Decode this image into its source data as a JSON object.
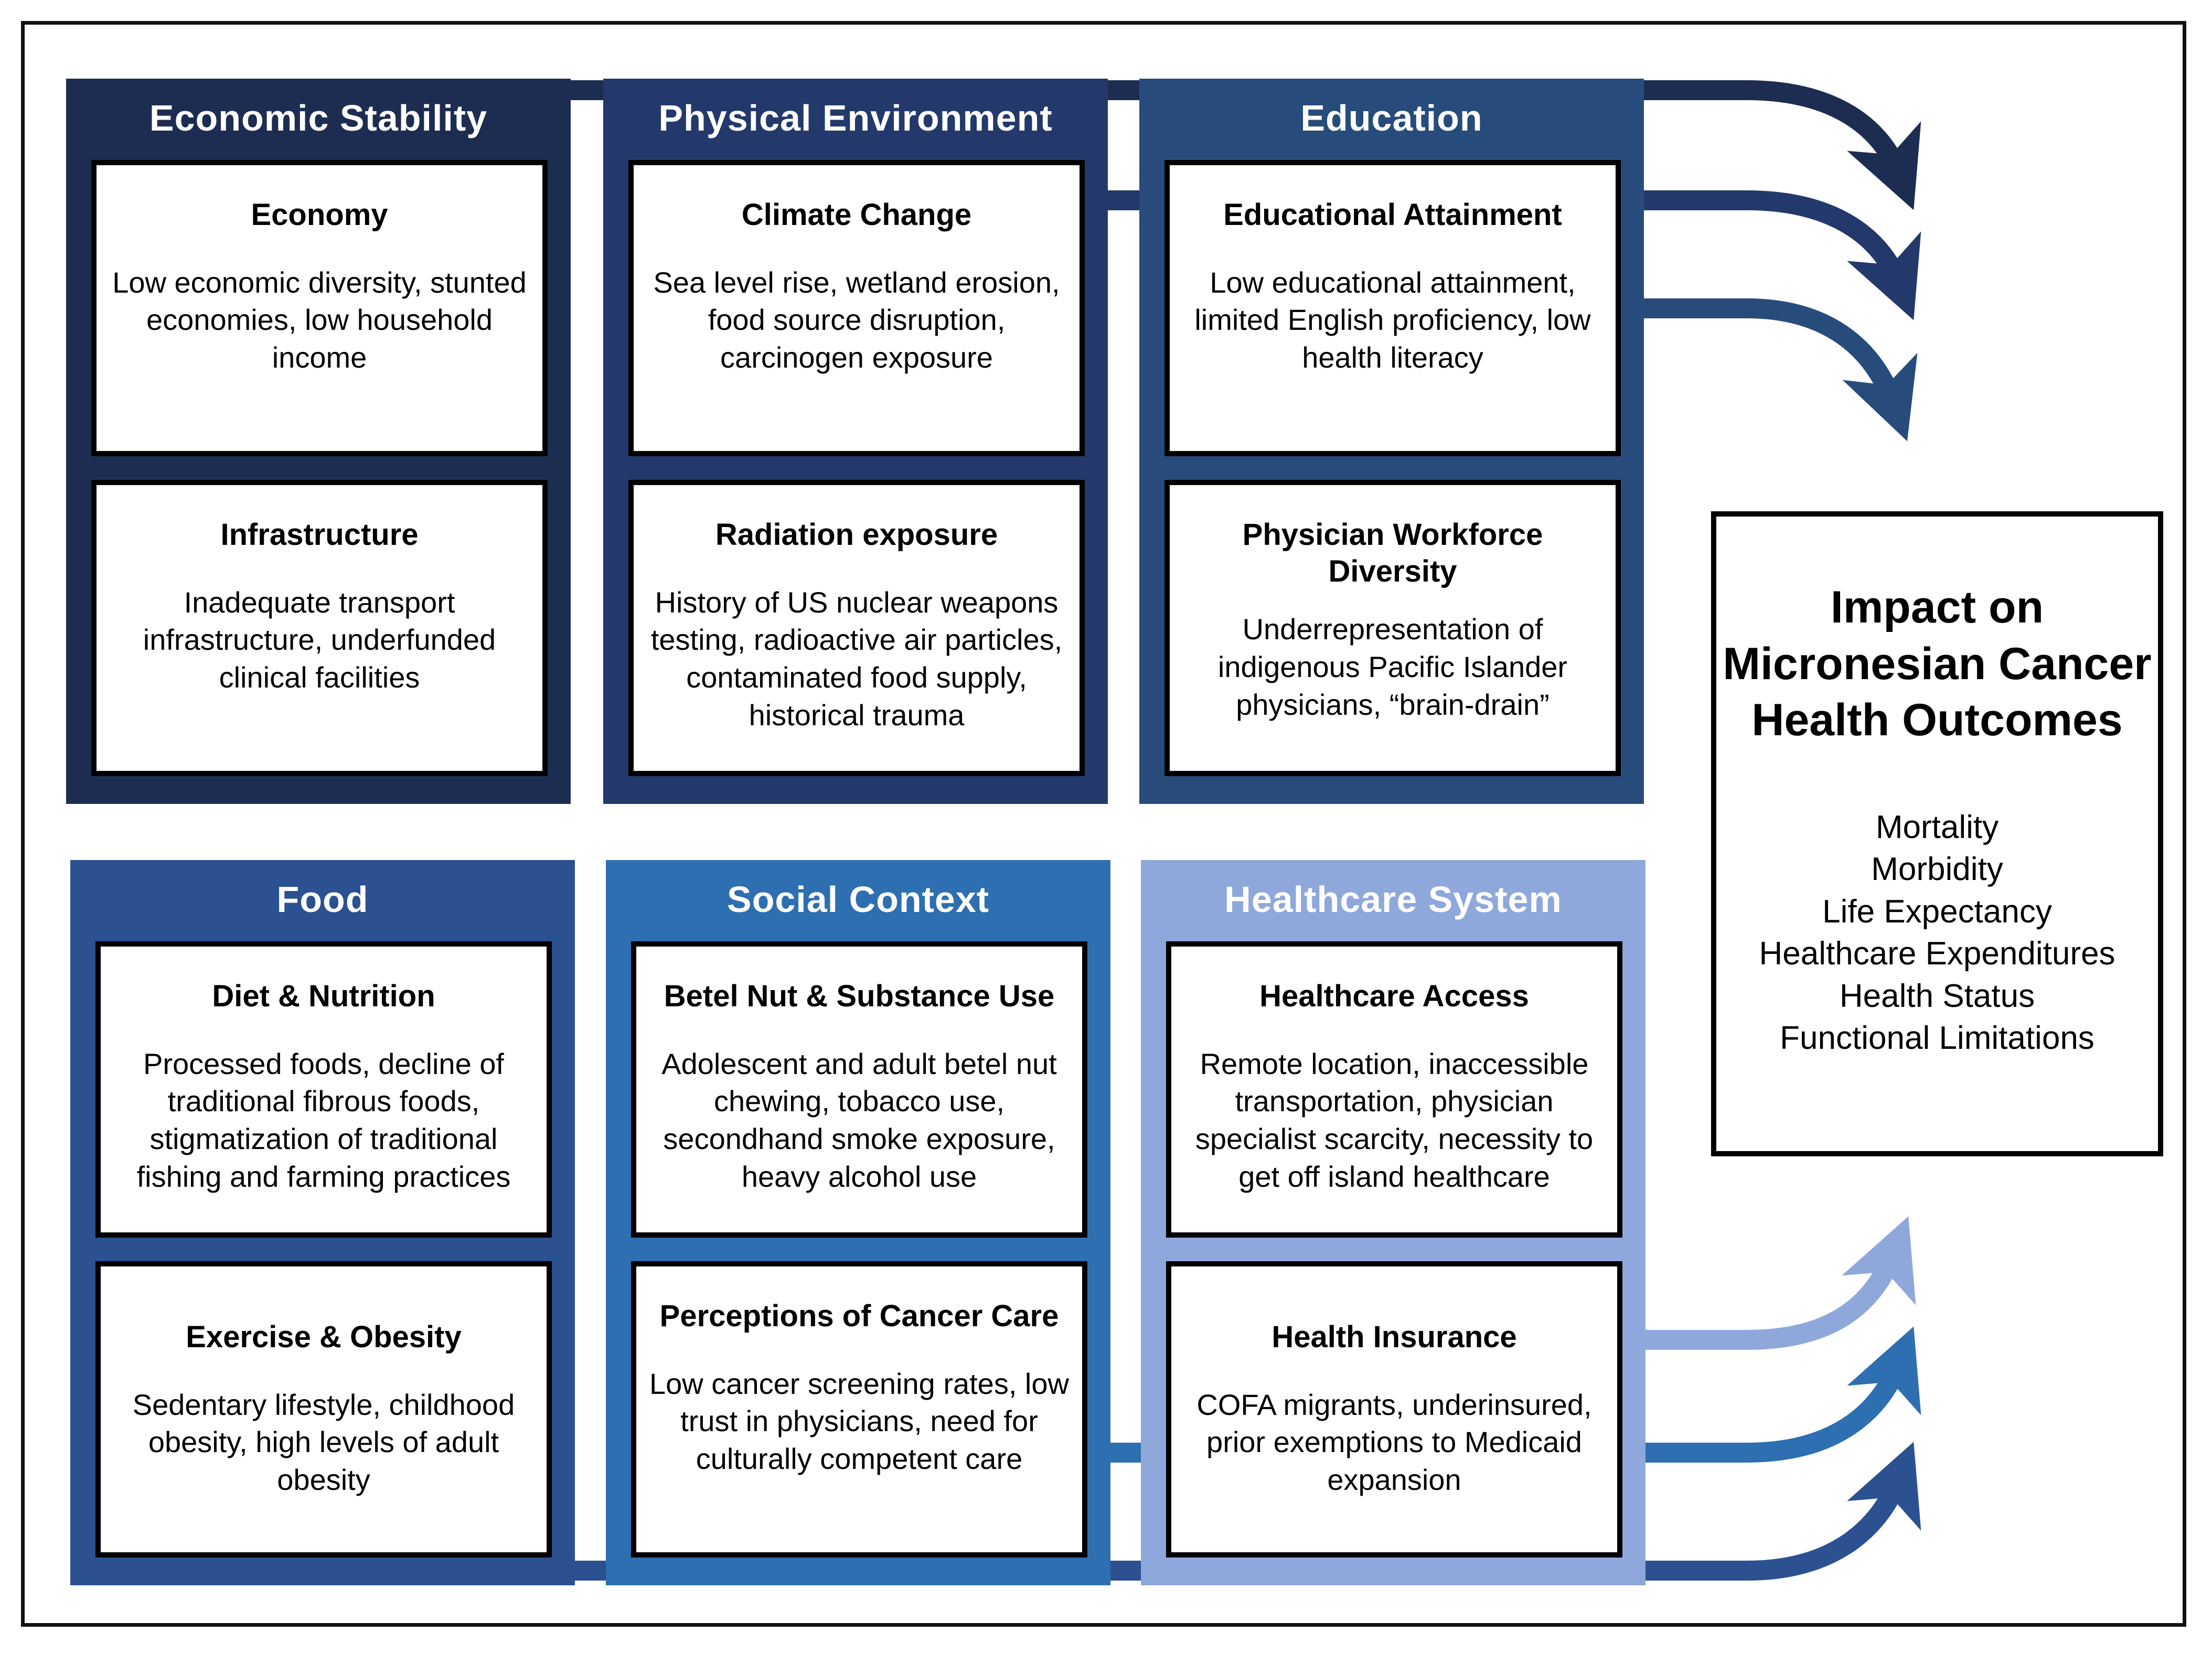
{
  "colors": {
    "economic_stability": "#1d2d52",
    "physical_environment": "#23396b",
    "education": "#274c7c",
    "food": "#2b5190",
    "social_context": "#2d6fb0",
    "healthcare_system": "#8fa8dc"
  },
  "panels": [
    {
      "title": "Economic Stability",
      "cards": [
        {
          "title": "Economy",
          "body": "Low economic diversity, stunted economies, low household income"
        },
        {
          "title": "Infrastructure",
          "body": "Inadequate transport infrastructure, underfunded clinical facilities"
        }
      ]
    },
    {
      "title": "Physical Environment",
      "cards": [
        {
          "title": "Climate Change",
          "body": "Sea level rise, wetland erosion, food source disruption, carcinogen exposure"
        },
        {
          "title": "Radiation exposure",
          "body": "History of US nuclear weapons testing, radioactive air particles, contaminated food supply, historical trauma"
        }
      ]
    },
    {
      "title": "Education",
      "cards": [
        {
          "title": "Educational Attainment",
          "body": "Low educational attainment, limited English proficiency, low health literacy"
        },
        {
          "title": "Physician Workforce Diversity",
          "body": "Underrepresentation of indigenous Pacific Islander physicians, “brain-drain”"
        }
      ]
    },
    {
      "title": "Food",
      "cards": [
        {
          "title": "Diet & Nutrition",
          "body": "Processed foods, decline of traditional fibrous foods, stigmatization of traditional fishing and farming practices"
        },
        {
          "title": "Exercise & Obesity",
          "body": "Sedentary lifestyle, childhood obesity, high levels of adult obesity"
        }
      ]
    },
    {
      "title": "Social Context",
      "cards": [
        {
          "title": "Betel Nut & Substance Use",
          "body": "Adolescent and adult betel nut chewing, tobacco use, secondhand smoke exposure, heavy alcohol use"
        },
        {
          "title": "Perceptions of Cancer Care",
          "body": "Low cancer screening rates, low trust in physicians, need for culturally competent care"
        }
      ]
    },
    {
      "title": "Healthcare System",
      "cards": [
        {
          "title": "Healthcare Access",
          "body": "Remote location, inaccessible transportation, physician specialist scarcity, necessity to get off island healthcare"
        },
        {
          "title": "Health Insurance",
          "body": "COFA migrants, underinsured, prior exemptions to Medicaid expansion"
        }
      ]
    }
  ],
  "impact": {
    "title": "Impact on Micronesian Cancer Health Outcomes",
    "outcomes": [
      "Mortality",
      "Morbidity",
      "Life Expectancy",
      "Healthcare Expenditures",
      "Health Status",
      "Functional Limitations"
    ]
  }
}
